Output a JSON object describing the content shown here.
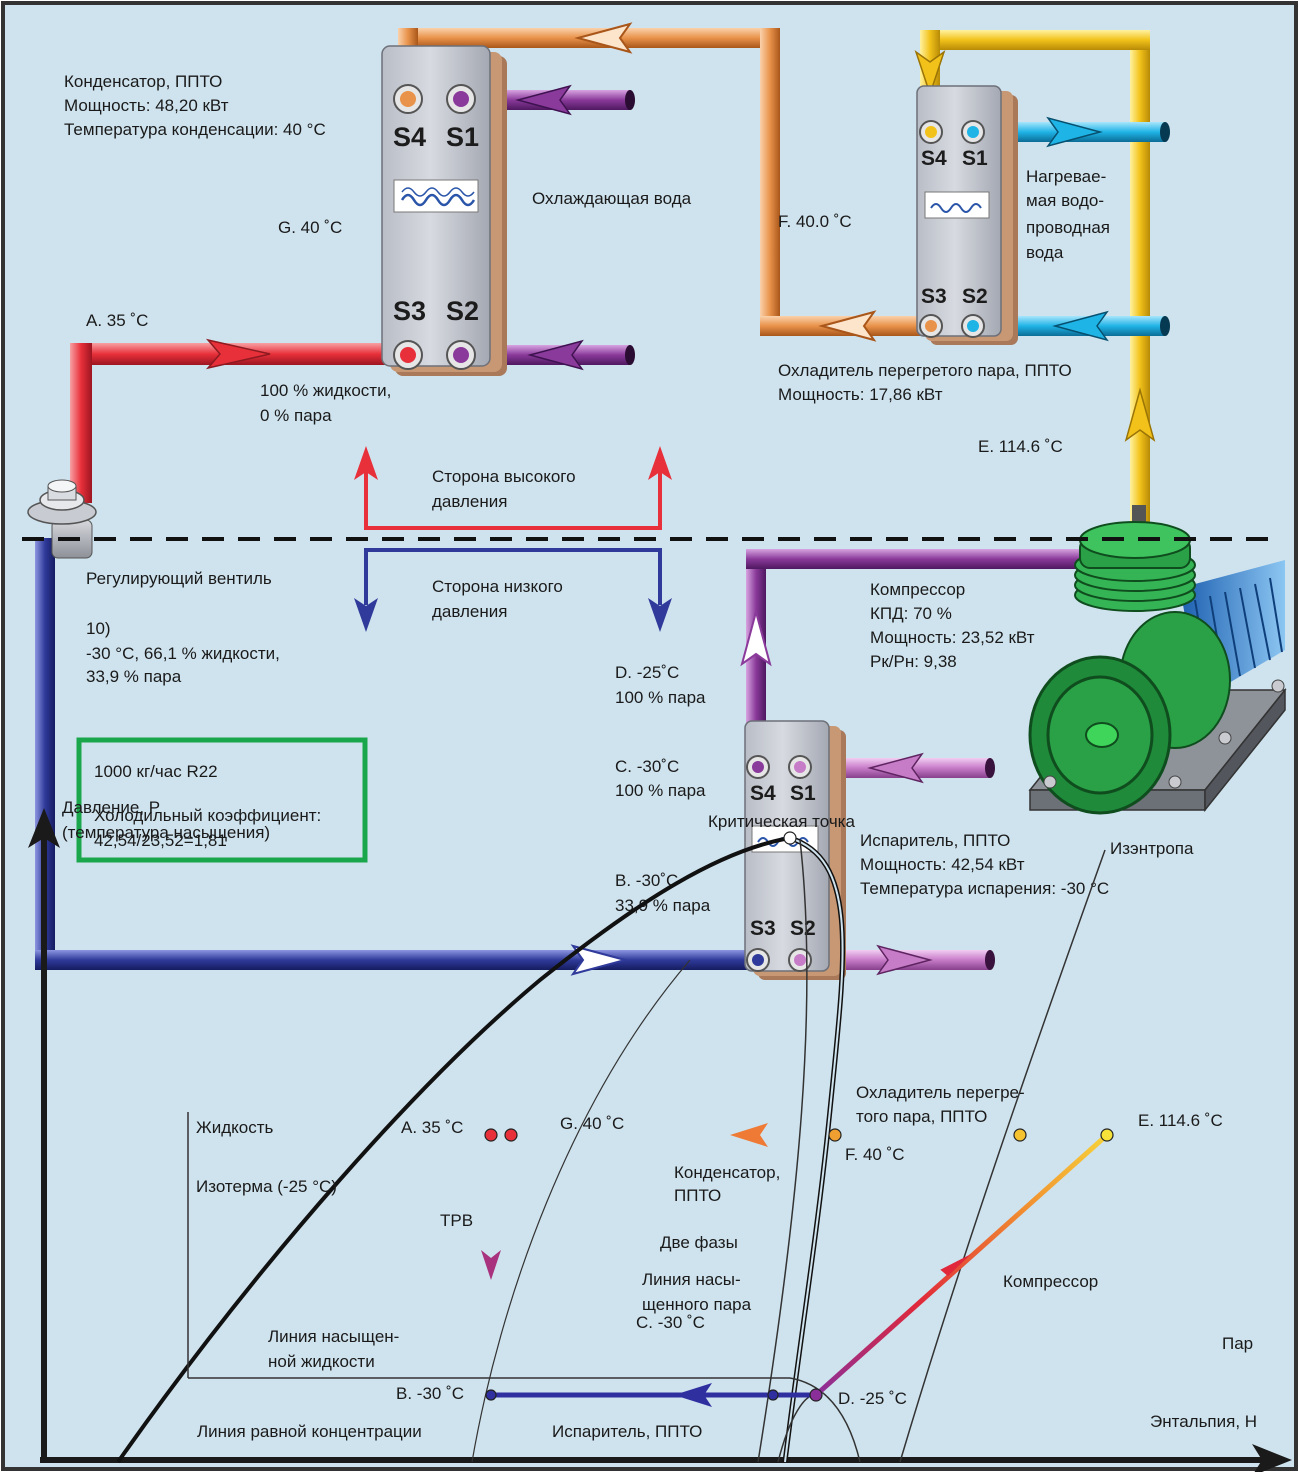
{
  "colors": {
    "background": "#cfe3ee",
    "frame": "#333333",
    "hot_liquid": "#e8303a",
    "low_side": "#2f3a9a",
    "coolant": "#8a3a9a",
    "refrigerant_hot": "#e8924a",
    "discharge": "#f2c21a",
    "tap_water": "#1fb4e6",
    "evap_fluid": "#c77cc8",
    "green_box": "#1aa64a",
    "compressor": "#2aa146"
  },
  "icons": [
    "plate-heat-exchanger-icon",
    "expansion-valve-icon",
    "compressor-icon",
    "alfa-laval-logo-icon"
  ],
  "condenser": {
    "title": "Конденсатор, ППТО",
    "power": "Мощность: 48,20 кВт",
    "temp": "Температура конденсации: 40 °C",
    "ports": [
      "S4",
      "S1",
      "S3",
      "S2"
    ]
  },
  "cooling_water": "Охлаждающая вода",
  "point_g": "G. 40 ˚C",
  "point_a": "A. 35 ˚C",
  "liquid_state": [
    "100 % жидкости,",
    "0 % пара"
  ],
  "point_f": "F. 40.0 ˚C",
  "heated_water": [
    "Нагревае-",
    "мая водо-",
    "проводная",
    "вода"
  ],
  "desuperheater": {
    "title": "Охладитель перегретого пара, ППТО",
    "power": "Мощность: 17,86 кВт",
    "ports": [
      "S4",
      "S1",
      "S3",
      "S2"
    ]
  },
  "point_e": "E. 114.6 ˚C",
  "high_side": [
    "Сторона высокого",
    "давления"
  ],
  "low_side": [
    "Сторона низкого",
    "давления"
  ],
  "valve_label": "Регулирующий вентиль",
  "after_valve": [
    "10)",
    "-30 °C, 66,1 % жидкости,",
    "33,9 % пара"
  ],
  "compressor": {
    "title": "Компрессор",
    "efficiency": "КПД: 70 %",
    "power": "Мощность: 23,52 кВт",
    "ratio": "Pк/Pн: 9,38"
  },
  "point_d": [
    "D. -25˚C",
    "100 % пара"
  ],
  "point_c": [
    "C. -30˚C",
    "100 % пара"
  ],
  "point_b": [
    "B. -30˚C",
    "33,9 % пара"
  ],
  "evaporator": {
    "title": "Испаритель, ППТО",
    "power": "Мощность: 42,54 кВт",
    "temp": "Температура испарения: -30 °C",
    "ports": [
      "S4",
      "S1",
      "S3",
      "S2"
    ]
  },
  "green_box": {
    "line1": "1000 кг/час R22",
    "line2": "Холодильный коэффициент:",
    "line3": "42,54/23,52=1,81"
  },
  "chart": {
    "y_axis": [
      "Давление, P",
      "(температура насыщения)"
    ],
    "x_axis": "Энтальпия, H",
    "critical_point": "Критическая точка",
    "isentrope": "Изэнтропа",
    "desuperheater": [
      "Охладитель перегре-",
      "того пара, ППТО"
    ],
    "liquid": "Жидкость",
    "isotherm": "Изотерма (-25 °C)",
    "a": "A. 35 ˚C",
    "g": "G. 40 ˚C",
    "f": "F. 40 ˚C",
    "e": "E. 114.6 ˚C",
    "condenser": [
      "Конденсатор,",
      "ППТО"
    ],
    "trv": "ТРВ",
    "two_phase": "Две фазы",
    "sat_vapor": [
      "Линия насы-",
      "щенного пара"
    ],
    "c": "C. -30 ˚C",
    "compressor": "Компрессор",
    "vapor": "Пар",
    "sat_liquid": [
      "Линия насыщен-",
      "ной жидкости"
    ],
    "b": "B. -30 ˚C",
    "d": "D. -25 ˚C",
    "equal_conc": "Линия равной концентрации",
    "evaporator": "Испаритель, ППТО"
  }
}
